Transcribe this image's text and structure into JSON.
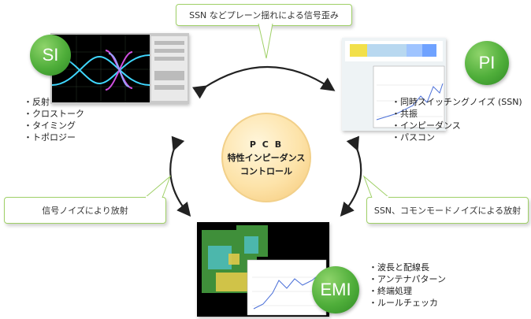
{
  "center": {
    "line1": "P C B",
    "line2": "特性インピーダンス",
    "line3": "コントロール"
  },
  "badges": {
    "si": "SI",
    "pi": "PI",
    "emi": "EMI"
  },
  "callouts": {
    "top": "SSN などプレーン揺れによる信号歪み",
    "left": "信号ノイズにより放射",
    "right": "SSN、コモンモードノイズによる放射"
  },
  "si_items": [
    "反射",
    "クロストーク",
    "タイミング",
    "トポロジー"
  ],
  "pi_items": [
    "同時スイッチングノイズ (SSN)",
    "共振",
    "インピーダンス",
    "パスコン"
  ],
  "emi_items": [
    "波長と配線長",
    "アンテナパターン",
    "終端処理",
    "ルールチェッカ"
  ],
  "colors": {
    "accent_green": "#4fae3a",
    "callout_border": "#9fd067",
    "center_fill": "#fde3a9"
  }
}
